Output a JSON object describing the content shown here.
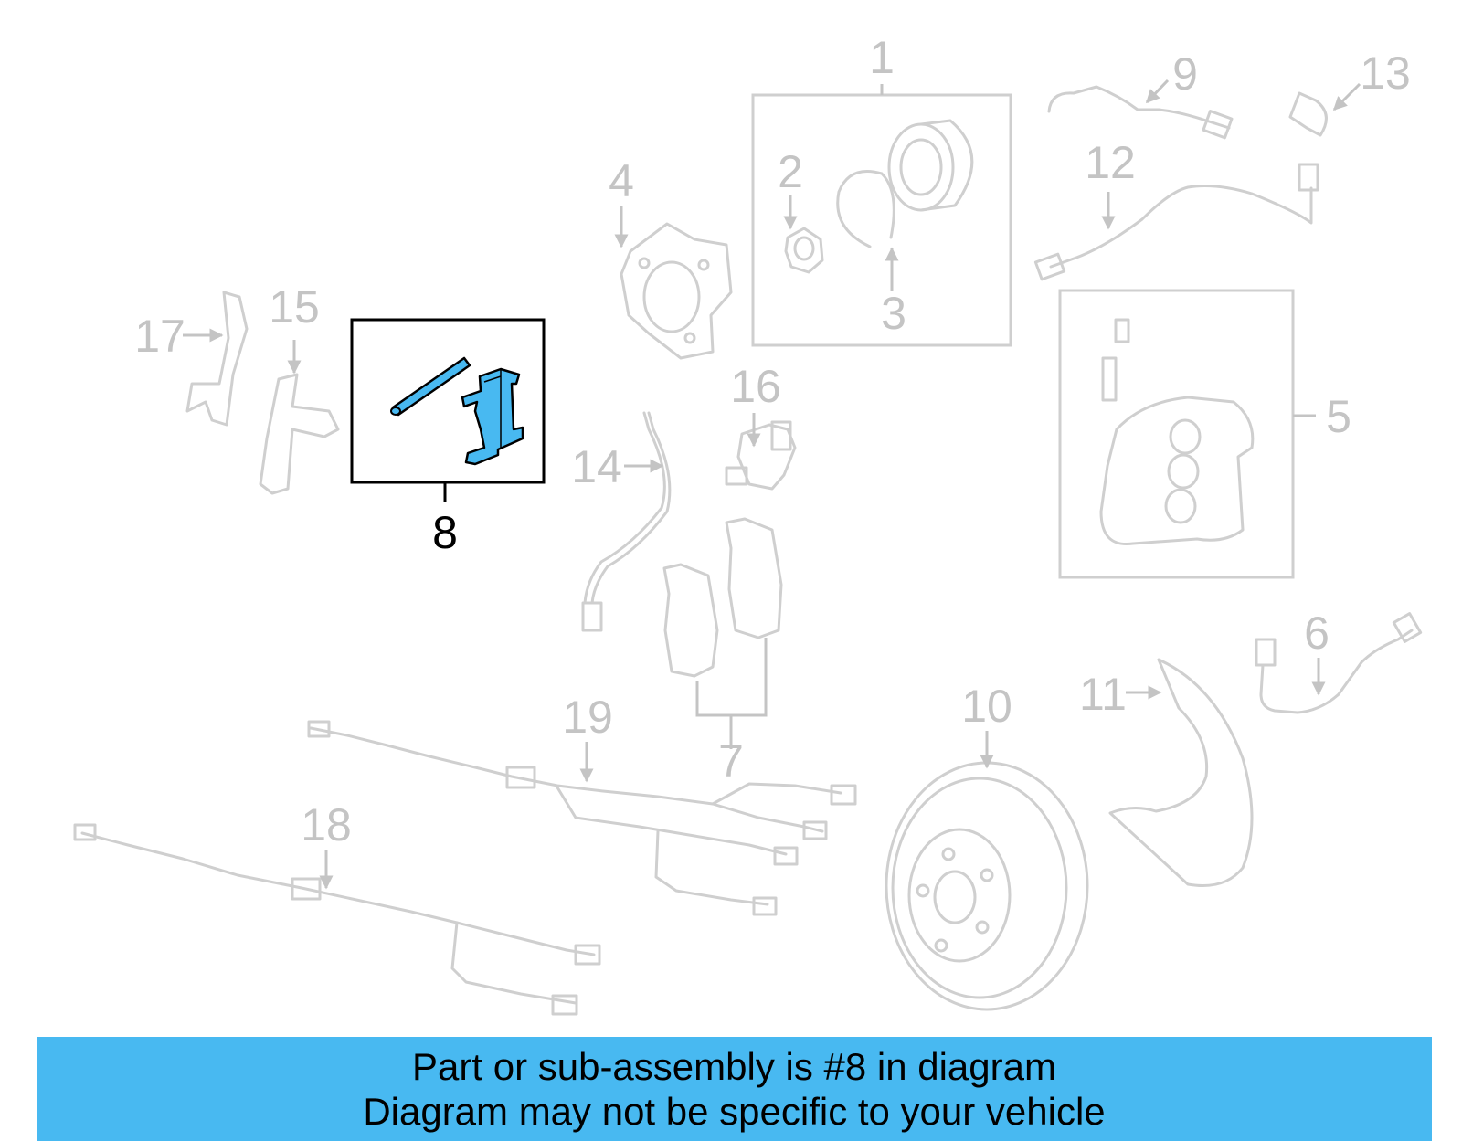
{
  "callouts": {
    "c1": "1",
    "c2": "2",
    "c3": "3",
    "c4": "4",
    "c5": "5",
    "c6": "6",
    "c7": "7",
    "c8": "8",
    "c9": "9",
    "c10": "10",
    "c11": "11",
    "c12": "12",
    "c13": "13",
    "c14": "14",
    "c15": "15",
    "c16": "16",
    "c17": "17",
    "c18": "18",
    "c19": "19"
  },
  "highlighted_part": "8",
  "colors": {
    "highlight_fill": "#48b9f1",
    "inactive_lines": "#cfcfcf",
    "banner_background": "#48b9f1"
  },
  "banner": {
    "line1": "Part or sub-assembly is #8 in diagram",
    "line2": "Diagram may not be specific to your vehicle"
  }
}
